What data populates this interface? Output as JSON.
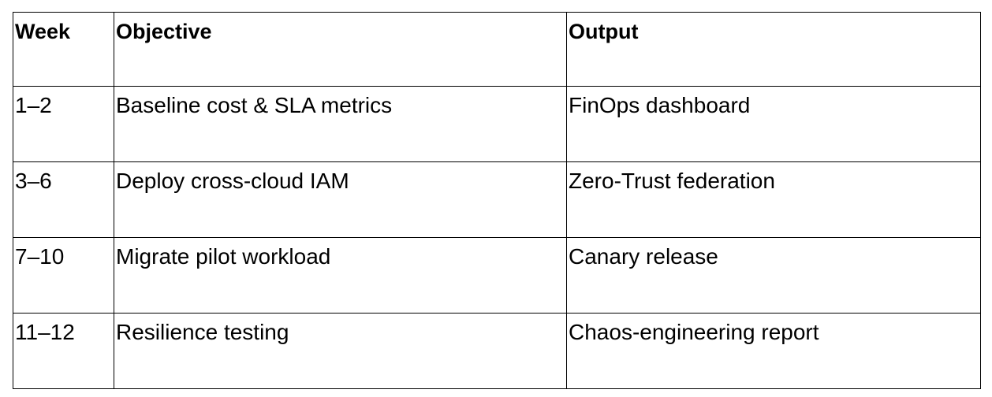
{
  "table": {
    "headers": [
      "Week",
      "Objective",
      "Output"
    ],
    "rows": [
      {
        "week": "1–2",
        "objective": "Baseline cost & SLA metrics",
        "output": "FinOps dashboard"
      },
      {
        "week": "3–6",
        "objective": "Deploy cross-cloud IAM",
        "output": "Zero-Trust federation"
      },
      {
        "week": "7–10",
        "objective": "Migrate pilot workload",
        "output": "Canary release"
      },
      {
        "week": "11–12",
        "objective": "Resilience testing",
        "output": "Chaos-engineering report"
      }
    ]
  }
}
